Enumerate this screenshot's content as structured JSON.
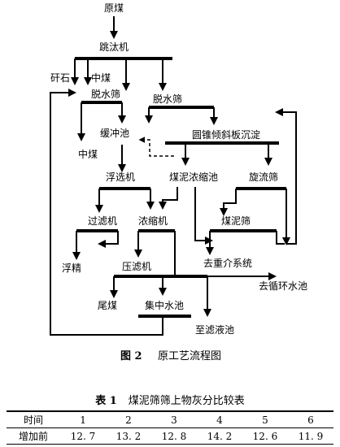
{
  "flowchart": {
    "nodes": {
      "raw_coal": "原煤",
      "jig": "跳汰机",
      "gangue": "矸石",
      "middlings_top": "中煤",
      "dewater_screen_left": "脱水筛",
      "dewater_screen_right": "脱水筛",
      "buffer_tank": "缓冲池",
      "middlings_bottom": "中煤",
      "cone_settler": "圆锥倾斜板沉淀",
      "slime_thickener": "煤泥浓缩池",
      "cyclone_screen": "旋流筛",
      "flotation": "浮选机",
      "filter": "过滤机",
      "concentrator": "浓缩机",
      "slime_screen": "煤泥筛",
      "clean_coal": "浮精",
      "filter_press": "压滤机",
      "to_dense_media": "去重介系统",
      "to_circulation_tank": "去循环水池",
      "tailings": "尾煤",
      "collect_tank": "集中水池",
      "to_filtrate_tank": "至滤液池"
    },
    "caption_label": "图 2",
    "caption_text": "原工艺流程图"
  },
  "table": {
    "label": "表 1",
    "title": "煤泥筛筛上物灰分比较表",
    "headers": [
      "时间",
      "1",
      "2",
      "3",
      "4",
      "5",
      "6"
    ],
    "rows": [
      [
        "增加前",
        "12. 7",
        "13. 2",
        "12. 8",
        "14. 2",
        "12. 6",
        "11. 9"
      ]
    ]
  }
}
